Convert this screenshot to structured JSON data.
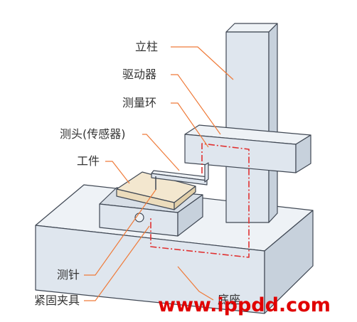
{
  "labels": {
    "column": "立柱",
    "driver": "驱动器",
    "measuring_loop": "测量环",
    "probe_head": "测头(传感器)",
    "workpiece": "工件",
    "stylus": "测针",
    "clamping_fixture": "紧固夹具",
    "base": "底座"
  },
  "watermark": "www.ippdd.com",
  "colors": {
    "body_face": "#dfe6ee",
    "body_top": "#eef2f6",
    "body_side": "#c7d1dc",
    "edge": "#404854",
    "workpiece_face": "#f3e7cf",
    "leader": "#ef7b3a",
    "loop": "#e03030",
    "watermark": "#e00000"
  }
}
